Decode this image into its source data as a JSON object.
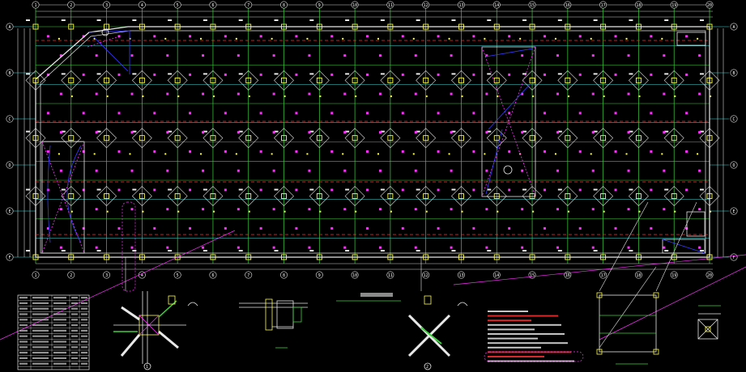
{
  "colors": {
    "background": "#000000",
    "grid_green": "#3cd03c",
    "truss_white": "#e8e8e8",
    "brace_blue": "#3a3aff",
    "red_dash": "#ff3030",
    "magenta": "#ff30ff",
    "yellow": "#ffff40",
    "cyan": "#40e0e0",
    "dim_white": "#cfcfcf"
  },
  "column_axes": [
    "1",
    "2",
    "3",
    "4",
    "5",
    "6",
    "7",
    "8",
    "9",
    "10",
    "11",
    "12",
    "13",
    "14",
    "15",
    "16",
    "17",
    "18",
    "19",
    "20"
  ],
  "row_axes": [
    "A",
    "B",
    "C",
    "D",
    "E",
    "F"
  ],
  "detail_marks": [
    "1",
    "2"
  ],
  "legend_symbol": "+",
  "icons": {
    "title_block": "schedule-table-icon",
    "node_detail": "bolted-node-icon"
  }
}
